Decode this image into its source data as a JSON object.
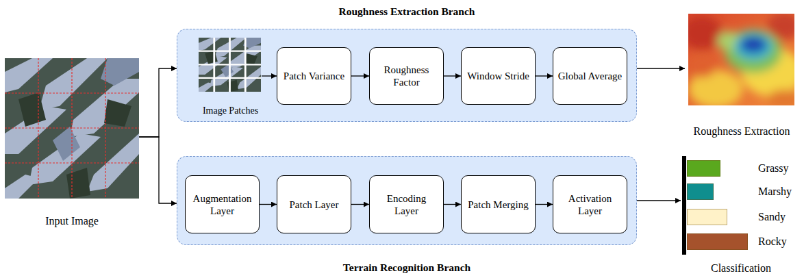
{
  "diagram": {
    "nodes": [
      {
        "text": [
          "Input Image"
        ]
      },
      {
        "text": [
          "Roughness Extraction Branch"
        ]
      },
      {
        "text": [
          "Image Patches"
        ],
        "in": 1
      },
      {
        "text": [
          "Patch Variance"
        ],
        "in": 1
      },
      {
        "text": [
          "Roughness Factor"
        ],
        "in": 1
      },
      {
        "text": [
          "Window Stride"
        ],
        "in": 1
      },
      {
        "text": [
          "Global Average"
        ],
        "in": 1
      },
      {
        "text": [
          "Roughness Extraction"
        ]
      },
      {
        "text": [
          "Terrain Recognition Branch"
        ]
      },
      {
        "text": [
          "Augmentation Layer"
        ],
        "in": 8
      },
      {
        "text": [
          "Patch Layer"
        ],
        "in": 8
      },
      {
        "text": [
          "Encoding Layer"
        ],
        "in": 8
      },
      {
        "text": [
          "Patch Merging"
        ],
        "in": 8
      },
      {
        "text": [
          "Activation Layer"
        ],
        "in": 8
      },
      {
        "text": [
          "Classification"
        ]
      }
    ],
    "edges": [
      {
        "from": 0,
        "to": 1,
        "arrow": "to"
      },
      {
        "from": 0,
        "to": 8,
        "arrow": "to"
      },
      {
        "from": 2,
        "to": 3,
        "arrow": "to"
      },
      {
        "from": 3,
        "to": 4,
        "arrow": "to"
      },
      {
        "from": 4,
        "to": 5,
        "arrow": "to"
      },
      {
        "from": 5,
        "to": 6,
        "arrow": "to"
      },
      {
        "from": 1,
        "to": 7,
        "arrow": "to"
      },
      {
        "from": 9,
        "to": 10,
        "arrow": "to"
      },
      {
        "from": 10,
        "to": 11,
        "arrow": "to"
      },
      {
        "from": 11,
        "to": 12,
        "arrow": "to"
      },
      {
        "from": 12,
        "to": 13,
        "arrow": "to"
      },
      {
        "from": 8,
        "to": 14,
        "arrow": "to"
      }
    ],
    "legend": [
      {
        "text": "Grassy",
        "color": "#5aa81e"
      },
      {
        "text": "Marshy",
        "color": "#0f8e8e"
      },
      {
        "text": "Sandy",
        "color": "#fff2c8"
      },
      {
        "text": "Rocky",
        "color": "#a5522c"
      }
    ]
  }
}
